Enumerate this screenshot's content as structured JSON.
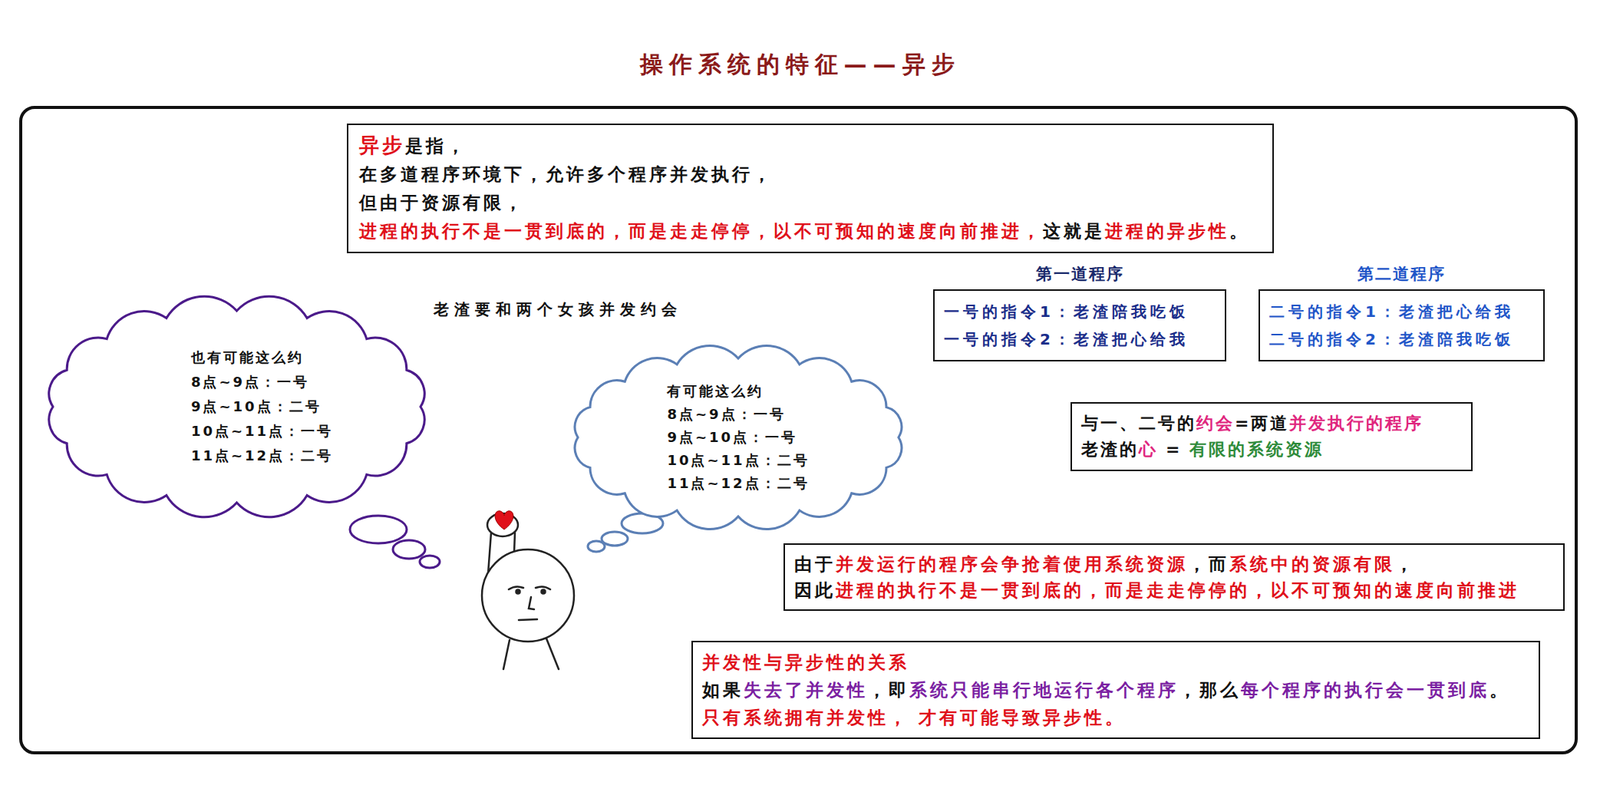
{
  "diagram": {
    "title": "操作系统的特征——异步",
    "nodes": [
      {
        "text": [
          "异步",
          "是指，",
          "在多道程序环境下，允许多个程序并发执行，",
          "但由于资源有限，",
          "进程的执行不是一贯到底的，而是走走停停，以不可预知的速度向前推进，",
          "这就是",
          "进程的异步性",
          "。"
        ]
      },
      {
        "text": [
          "也有可能这么约",
          "8点~9点：一号",
          "9点~10点：二号",
          "10点~11点：一号",
          "11点~12点：二号"
        ]
      },
      {
        "text": [
          "第一道程序",
          "一号的指令1：老渣陪我吃饭",
          "一号的指令2：老渣把心给我"
        ]
      },
      {
        "text": [
          "第二道程序",
          "二号的指令1：老渣把心给我",
          "二号的指令2：老渣陪我吃饭"
        ]
      },
      {
        "text": [
          "有可能这么约",
          "8点~9点：一号",
          "9点~10点：一号",
          "10点~11点：二号",
          "11点~12点：二号"
        ]
      },
      {
        "text": [
          "与一、二号的",
          "约会",
          "=两道",
          "并发执行的程序",
          "老渣的",
          "心",
          "=",
          "有限的系统资源"
        ]
      },
      {
        "text": [
          "由于",
          "并发运行的程序会争抢着使用系统资源",
          "，而",
          "系统中的资源有限",
          "，",
          "因此",
          "进程的执行不是一贯到底的，而是走走停停的，以不可预知的速度向前推进"
        ]
      },
      {
        "text": [
          "并发性与异步性的关系",
          "如果",
          "失去了并发性",
          "，即",
          "系统只能串行地运行各个程序",
          "，那么",
          "每个程序的执行会一贯到底",
          "。",
          "只有系统拥有并发性， 才有可能导致异步性。"
        ]
      }
    ],
    "labels": [
      "老渣要和两个女孩并发约会"
    ]
  }
}
